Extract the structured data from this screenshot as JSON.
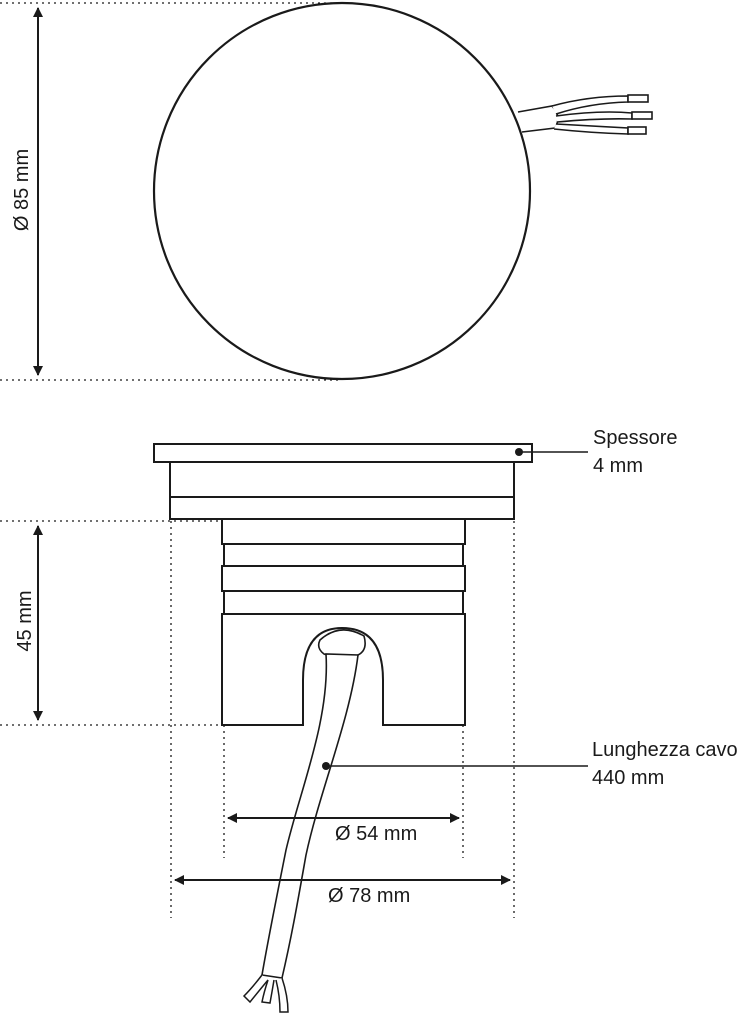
{
  "dimensions": {
    "outer_diameter": "Ø 85 mm",
    "body_height": "45 mm",
    "inner_diameter": "Ø 54 mm",
    "flange_diameter": "Ø 78 mm"
  },
  "callouts": {
    "thickness_label": "Spessore",
    "thickness_value": "4 mm",
    "cable_length_label": "Lunghezza cavo",
    "cable_length_value": "440 mm"
  }
}
